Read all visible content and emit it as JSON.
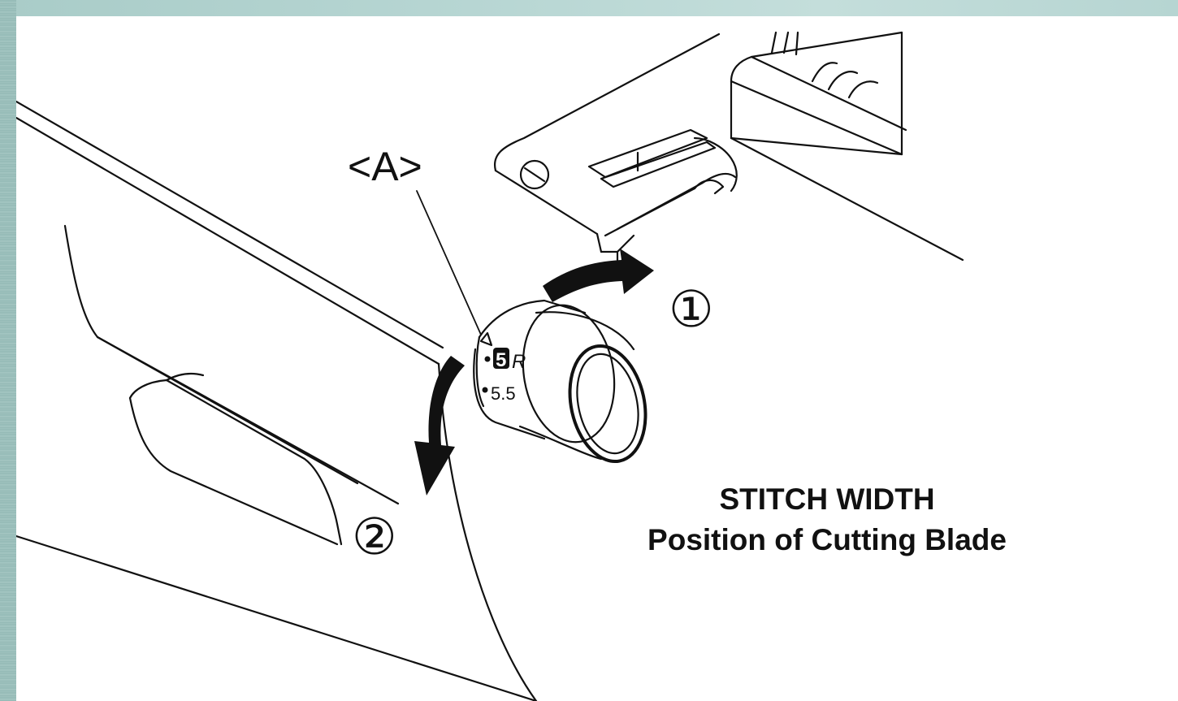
{
  "labels": {
    "part_a": "<A>",
    "step_one": "①",
    "step_two": "②",
    "dial_mark_primary": "5",
    "dial_mark_primary_suffix": "R",
    "dial_mark_secondary": "5.5"
  },
  "caption": {
    "line1": "STITCH WIDTH",
    "line2": "Position of Cutting Blade"
  },
  "colors": {
    "frame": "#9fc3c0",
    "ink": "#111111",
    "paper": "#ffffff"
  }
}
